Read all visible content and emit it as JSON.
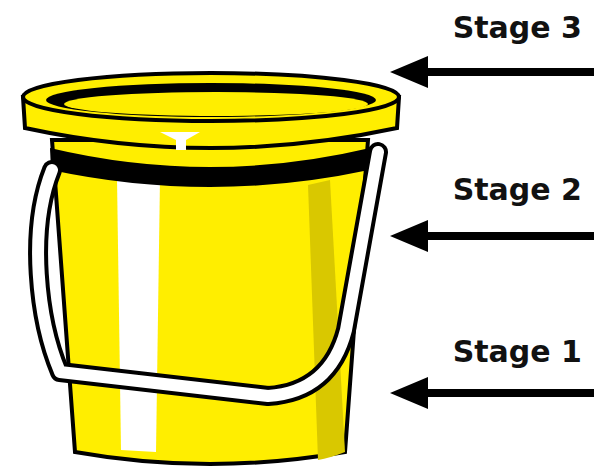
{
  "diagram": {
    "labels": [
      "Stage 3",
      "Stage 2",
      "Stage 1"
    ]
  }
}
